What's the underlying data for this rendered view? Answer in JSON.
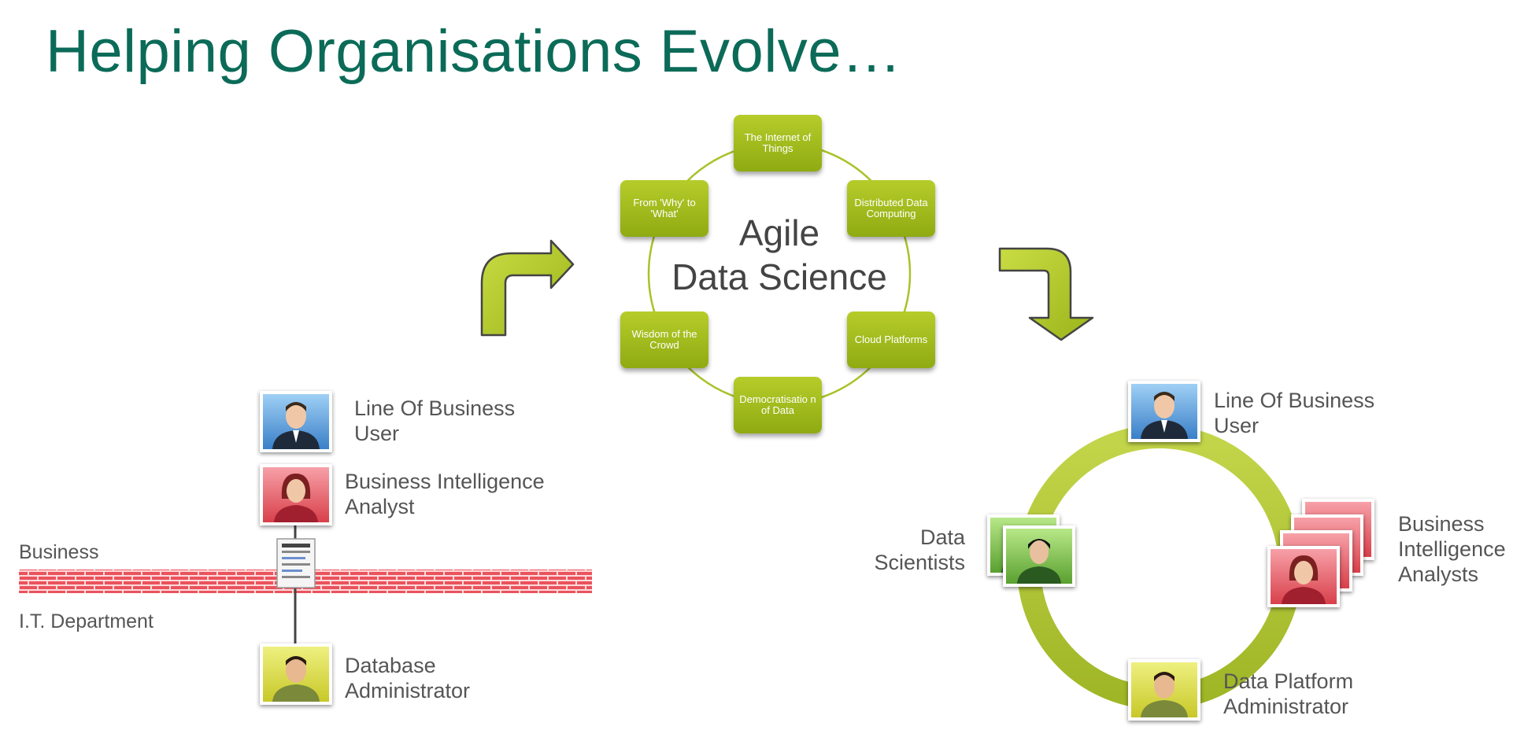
{
  "title": "Helping Organisations Evolve…",
  "center": {
    "line1": "Agile",
    "line2": "Data Science"
  },
  "nodes": [
    "The Internet of Things",
    "Distributed Data Computing",
    "Cloud Platforms",
    "Democratisatio n of Data",
    "Wisdom of the Crowd",
    "From 'Why' to 'What'"
  ],
  "left": {
    "lob_user": [
      "Line Of Business",
      "User"
    ],
    "bi_analyst": [
      "Business Intelligence",
      "Analyst"
    ],
    "business": "Business",
    "it_department": "I.T. Department",
    "dba": [
      "Database",
      "Administrator"
    ]
  },
  "right": {
    "lob_user": [
      "Line Of Business",
      "User"
    ],
    "data_scientists": [
      "Data",
      "Scientists"
    ],
    "bi_analysts": [
      "Business",
      "Intelligence",
      "Analysts"
    ],
    "dpa": [
      "Data Platform",
      "Administrator"
    ]
  },
  "colors": {
    "title": "#0b6b58",
    "green": "#a6bf1e",
    "wall": "#e8404a"
  },
  "icons": [
    "arrow-curve-up-right-icon",
    "arrow-curve-down-right-icon",
    "document-icon",
    "brick-wall-icon"
  ]
}
